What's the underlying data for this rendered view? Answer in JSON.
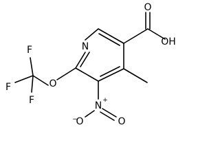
{
  "molecule": {
    "atoms": {
      "ring_n": "N",
      "carbonyl_o": "O",
      "hydroxyl": "OH",
      "ether_o": "O",
      "f_top": "F",
      "f_left": "F",
      "f_bottom": "F",
      "nitro_n": "N",
      "nitro_o_left": "O",
      "nitro_o_right": "O"
    },
    "charges": {
      "nitro_n": "+",
      "nitro_o": "−"
    }
  }
}
